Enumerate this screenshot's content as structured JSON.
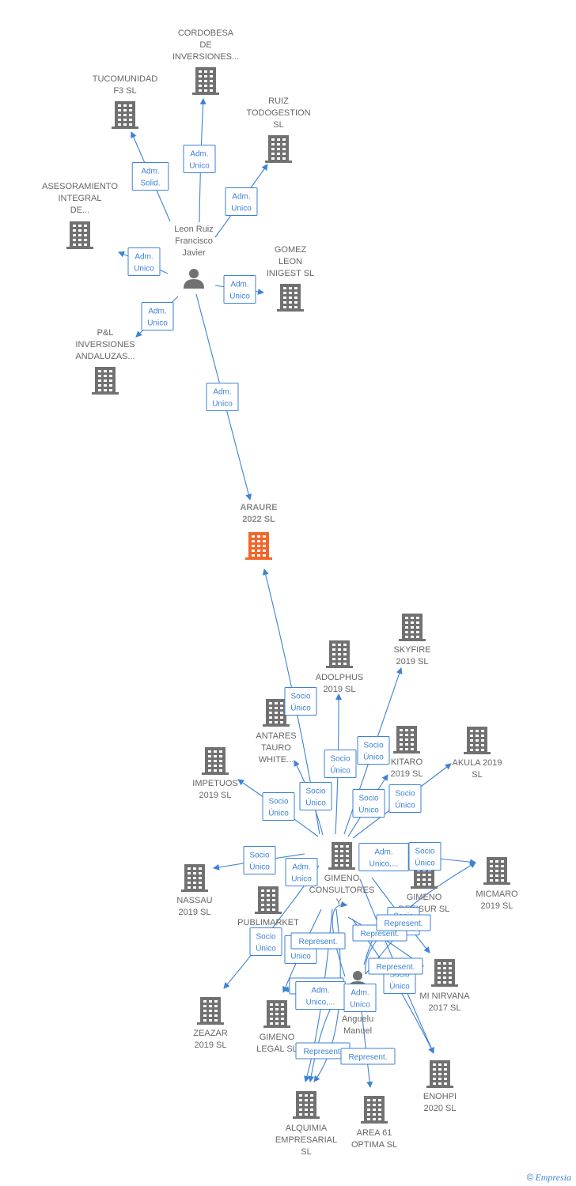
{
  "copyright_symbol": "©",
  "brand": "Empresia",
  "nodes": [
    {
      "id": "araure",
      "type": "company",
      "focus": true,
      "lines": [
        "ARAURE",
        "2022  SL"
      ]
    },
    {
      "id": "leon",
      "type": "person",
      "lines": [
        "Leon Ruiz",
        "Francisco",
        "Javier"
      ]
    },
    {
      "id": "cordobesa",
      "type": "company",
      "lines": [
        "CORDOBESA",
        "DE",
        "INVERSIONES..."
      ]
    },
    {
      "id": "tucomunidad",
      "type": "company",
      "lines": [
        "TUCOMUNIDAD",
        "F3  SL"
      ]
    },
    {
      "id": "ruiz",
      "type": "company",
      "lines": [
        "RUIZ",
        "TODOGESTION",
        "SL"
      ]
    },
    {
      "id": "asesoramiento",
      "type": "company",
      "lines": [
        "ASESORAMIENTO",
        "INTEGRAL",
        "DE..."
      ]
    },
    {
      "id": "gomez",
      "type": "company",
      "lines": [
        "GOMEZ",
        "LEON",
        "INIGEST SL"
      ]
    },
    {
      "id": "pl",
      "type": "company",
      "lines": [
        "P&L",
        "INVERSIONES",
        "ANDALUZAS..."
      ]
    },
    {
      "id": "gimeno",
      "type": "company",
      "lines": [
        "GIMENO",
        "CONSULTORES",
        "Y..."
      ]
    },
    {
      "id": "anguelu",
      "type": "person",
      "lines": [
        "Anguelu",
        "Manuel"
      ]
    },
    {
      "id": "skyfire",
      "type": "company",
      "lines": [
        "SKYFIRE",
        "2019  SL"
      ]
    },
    {
      "id": "adolphus",
      "type": "company",
      "lines": [
        "ADOLPHUS",
        "2019  SL"
      ]
    },
    {
      "id": "antares",
      "type": "company",
      "lines": [
        "ANTARES",
        "TAURO",
        "WHITE..."
      ]
    },
    {
      "id": "kitaro",
      "type": "company",
      "lines": [
        "KITARO",
        "2019  SL"
      ]
    },
    {
      "id": "akula",
      "type": "company",
      "lines": [
        "AKULA 2019",
        "SL"
      ]
    },
    {
      "id": "impetuos",
      "type": "company",
      "lines": [
        "IMPETUOS",
        "2019  SL"
      ]
    },
    {
      "id": "nassau",
      "type": "company",
      "lines": [
        "NASSAU",
        "2019  SL"
      ]
    },
    {
      "id": "micmaro",
      "type": "company",
      "lines": [
        "MICMARO",
        "2019  SL"
      ]
    },
    {
      "id": "gimenodefisur",
      "type": "company",
      "lines": [
        "GIMENO",
        "DEFISUR  SL"
      ]
    },
    {
      "id": "publimarket",
      "type": "company",
      "lines": [
        "PUBLIMARKET"
      ]
    },
    {
      "id": "minirvana",
      "type": "company",
      "lines": [
        "MI NIRVANA",
        "2017  SL"
      ]
    },
    {
      "id": "zeazar",
      "type": "company",
      "lines": [
        "ZEAZAR",
        "2019  SL"
      ]
    },
    {
      "id": "gimenolegal",
      "type": "company",
      "lines": [
        "GIMENO",
        "LEGAL  SL"
      ]
    },
    {
      "id": "enohpi",
      "type": "company",
      "lines": [
        "ENOHPI",
        "2020  SL"
      ]
    },
    {
      "id": "alquimia",
      "type": "company",
      "lines": [
        "ALQUIMIA",
        "EMPRESARIAL",
        "SL"
      ]
    },
    {
      "id": "area61",
      "type": "company",
      "lines": [
        "AREA 61",
        "OPTIMA  SL"
      ]
    }
  ],
  "edges": [
    {
      "from": "leon",
      "to": "cordobesa",
      "lines": [
        "Adm.",
        "Unico"
      ]
    },
    {
      "from": "leon",
      "to": "tucomunidad",
      "lines": [
        "Adm.",
        "Solid."
      ]
    },
    {
      "from": "leon",
      "to": "ruiz",
      "lines": [
        "Adm.",
        "Unico"
      ]
    },
    {
      "from": "leon",
      "to": "asesoramiento",
      "lines": [
        "Adm.",
        "Unico"
      ]
    },
    {
      "from": "leon",
      "to": "gomez",
      "lines": [
        "Adm.",
        "Unico"
      ]
    },
    {
      "from": "leon",
      "to": "pl",
      "lines": [
        "Adm.",
        "Unico"
      ]
    },
    {
      "from": "leon",
      "to": "araure",
      "lines": [
        "Adm.",
        "Unico"
      ]
    },
    {
      "from": "gimeno",
      "to": "araure",
      "lines": [
        "Socio",
        "Único"
      ]
    },
    {
      "from": "gimeno",
      "to": "adolphus",
      "lines": [
        "Socio",
        "Único"
      ]
    },
    {
      "from": "gimeno",
      "to": "skyfire",
      "lines": [
        "Socio",
        "Único"
      ]
    },
    {
      "from": "gimeno",
      "to": "antares",
      "lines": [
        "Socio",
        "Único"
      ]
    },
    {
      "from": "gimeno",
      "to": "impetuos",
      "lines": [
        "Socio",
        "Único"
      ]
    },
    {
      "from": "gimeno",
      "to": "kitaro",
      "lines": [
        "Socio",
        "Único"
      ]
    },
    {
      "from": "gimeno",
      "to": "akula",
      "lines": [
        "Socio",
        "Único"
      ]
    },
    {
      "from": "gimeno",
      "to": "nassau",
      "lines": [
        "Socio",
        "Único"
      ]
    },
    {
      "from": "gimeno",
      "to": "micmaro",
      "lines": [
        "Socio",
        "Único"
      ]
    },
    {
      "from": "gimeno",
      "to": "zeazar",
      "lines": [
        "Socio",
        "Único"
      ]
    },
    {
      "from": "gimeno",
      "to": "minirvana",
      "lines": [
        "Socio",
        "Único"
      ]
    },
    {
      "from": "gimeno",
      "to": "enohpi",
      "lines": [
        "Socio",
        "Único"
      ]
    },
    {
      "from": "anguelu",
      "to": "gimeno",
      "lines": [
        "Adm.",
        "Unico"
      ]
    },
    {
      "from": "anguelu",
      "to": "gimenodefisur",
      "lines": [
        "Adm.",
        "Unico,..."
      ]
    },
    {
      "from": "anguelu",
      "to": "gimenolegal",
      "lines": [
        "Represent."
      ]
    },
    {
      "from": "anguelu",
      "to": "alquimia",
      "lines": [
        "Adm.",
        "Unico,..."
      ]
    },
    {
      "from": "anguelu",
      "to": "area61",
      "lines": [
        "Adm.",
        "Unico"
      ]
    },
    {
      "from": "gimeno",
      "to": "alquimia",
      "lines": [
        "Represent."
      ]
    },
    {
      "from": "gimeno",
      "to": "area61",
      "lines": [
        "Represent."
      ]
    },
    {
      "from": "gimeno",
      "to": "gimenolegal",
      "lines": [
        "Adm.",
        "Unico"
      ]
    },
    {
      "from": "gimeno",
      "to": "minirvana",
      "lines": [
        "Represent."
      ]
    },
    {
      "from": "gimeno",
      "to": "enohpi",
      "lines": [
        "Represent."
      ]
    },
    {
      "from": "anguelu",
      "to": "minirvana",
      "lines": [
        "Represent."
      ]
    },
    {
      "from": "anguelu",
      "to": "micmaro",
      "lines": [
        "Represent."
      ]
    }
  ]
}
